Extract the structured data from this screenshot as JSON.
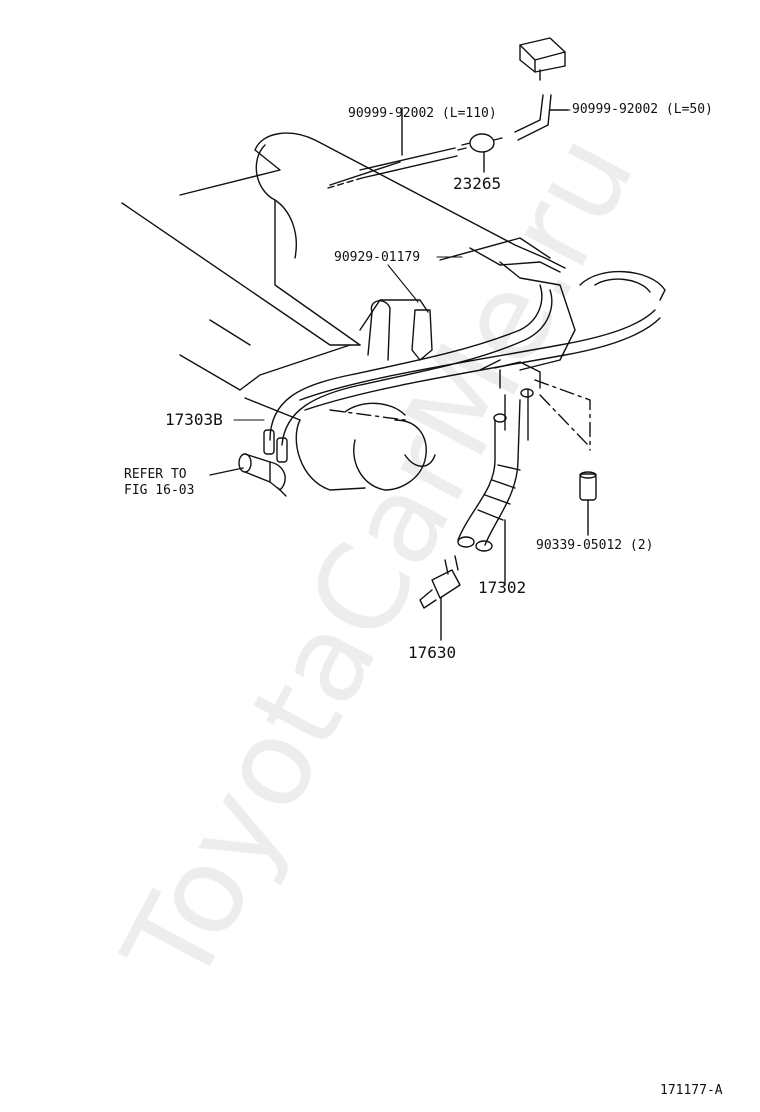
{
  "watermark": "ToyotaCarMe.ru",
  "colors": {
    "ink": "#111111",
    "background": "#ffffff",
    "watermark": "#e6e6e6"
  },
  "diagram_id": "171177-A",
  "labels": {
    "hose_110": "90999-92002 (L=110)",
    "hose_50": "90999-92002 (L=50)",
    "part_23265": "23265",
    "clamp_90929": "90929-01179",
    "hose_17303B": "17303B",
    "refer_line1": "REFER TO",
    "refer_line2": "FIG 16-03",
    "part_17302": "17302",
    "part_90339": "90339-05012 (2)",
    "part_17630": "17630"
  }
}
